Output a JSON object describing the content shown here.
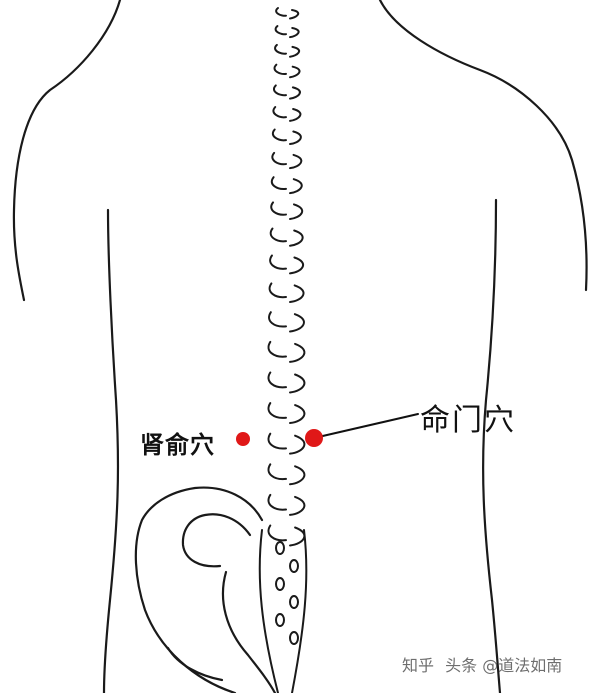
{
  "diagram": {
    "points": [
      {
        "id": "shenshu",
        "label": "肾俞穴"
      },
      {
        "id": "mingmen",
        "label": "命门穴"
      }
    ],
    "point_color": "#e01818",
    "line_color": "#111111"
  },
  "watermark": {
    "platform": "知乎",
    "handle": "头条 @道法如南"
  }
}
